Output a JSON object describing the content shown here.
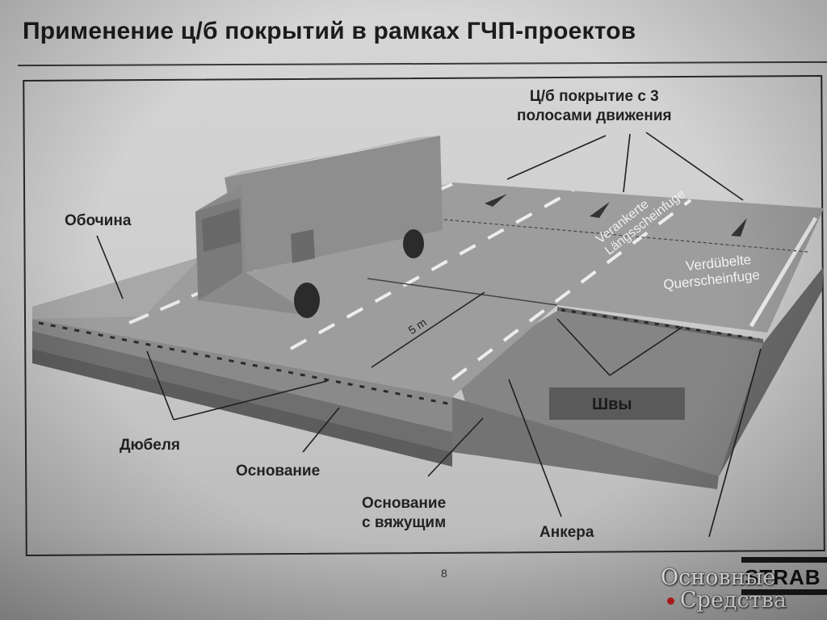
{
  "slide": {
    "title": "Применение ц/б покрытий в рамках ГЧП-проектов",
    "page_number": "8"
  },
  "labels": {
    "top_callout_line1": "Ц/б покрытие с 3",
    "top_callout_line2": "полосами движения",
    "shoulder": "Обочина",
    "dowels": "Дюбеля",
    "base": "Основание",
    "bound_base_line1": "Основание",
    "bound_base_line2": "с вяжущим",
    "anchors": "Анкера",
    "joints": "Швы",
    "distance": "5 m",
    "longitudinal_joint_line1": "Verankerte",
    "longitudinal_joint_line2": "Längsscheinfuge",
    "transverse_joint_line1": "Verdübelte",
    "transverse_joint_line2": "Querscheinfuge"
  },
  "logo": {
    "text": "STRAB"
  },
  "watermark": {
    "line1": "Основные",
    "line2": "Средства"
  }
}
